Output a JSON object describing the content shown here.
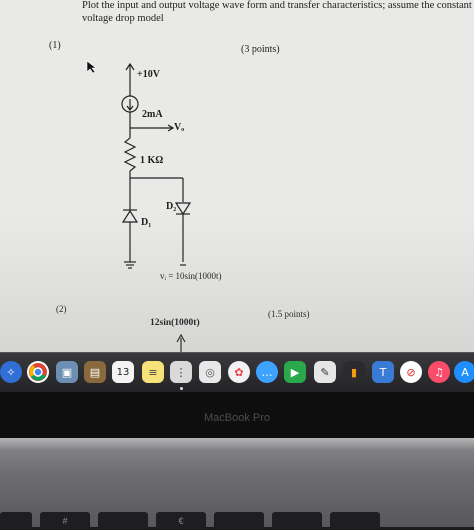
{
  "document": {
    "instruction_line1": "Plot the input and output voltage wave form and transfer characteristics; assume the constant",
    "instruction_line2": "voltage drop model",
    "q1_label": "(1)",
    "q1_points": "(3 points)",
    "q2_label": "(2)",
    "q2_points": "(1.5 points)",
    "circuit1": {
      "supply": "+10V",
      "current_source": "2mA",
      "output": "Vₒ",
      "resistor": "1 KΩ",
      "diode1": "D₁",
      "diode2": "D₂",
      "input": "vᵢ = 10sin(1000t)"
    },
    "circuit2_input": "12sin(1000t)"
  },
  "dock": {
    "calendar_day": "13"
  },
  "bezel": {
    "brand": "MacBook Pro"
  },
  "keyboard": {
    "keys": [
      "",
      "#",
      "",
      "€",
      "",
      "",
      ""
    ]
  },
  "colors": {
    "paper": "#e9e9e7",
    "ink": "#1e1e1e",
    "dock": "#2b2b2e"
  }
}
